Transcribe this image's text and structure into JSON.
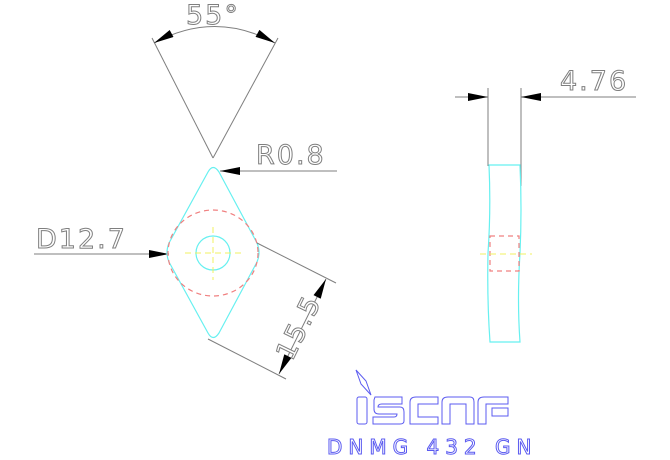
{
  "drawing": {
    "angle_label": "55°",
    "corner_radius_label": "R0.8",
    "inscribed_circle_label": "D12.7",
    "edge_length_label": "15.5",
    "thickness_label": "4.76",
    "brand_logo": "iscar",
    "designation": "DNMG 432 GN"
  },
  "colors": {
    "dimension": "#7f7f7f",
    "outline": "#66f0f0",
    "hidden": "#f08080",
    "centerline": "#f0f060",
    "logo": "#5b5bf0",
    "background": "#ffffff"
  }
}
